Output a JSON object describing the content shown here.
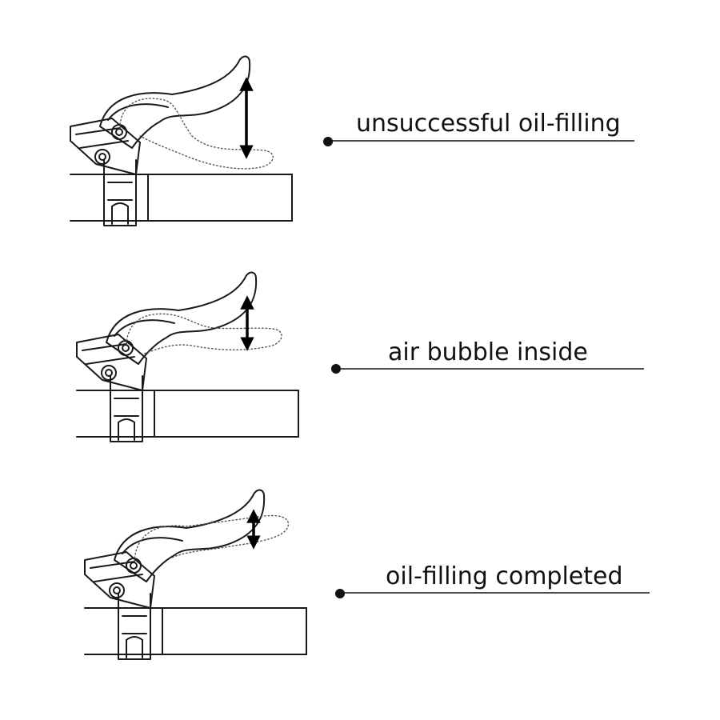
{
  "panels": [
    {
      "label": "unsuccessful oil-filling",
      "lever_travel": "large"
    },
    {
      "label": "air bubble inside",
      "lever_travel": "medium"
    },
    {
      "label": "oil-filling completed",
      "lever_travel": "small"
    }
  ],
  "colors": {
    "ink": "#1a1a1a",
    "background": "#ffffff",
    "ghost": "#555555"
  },
  "icons": [
    "brake-lever-icon",
    "double-headed-arrow-icon"
  ]
}
